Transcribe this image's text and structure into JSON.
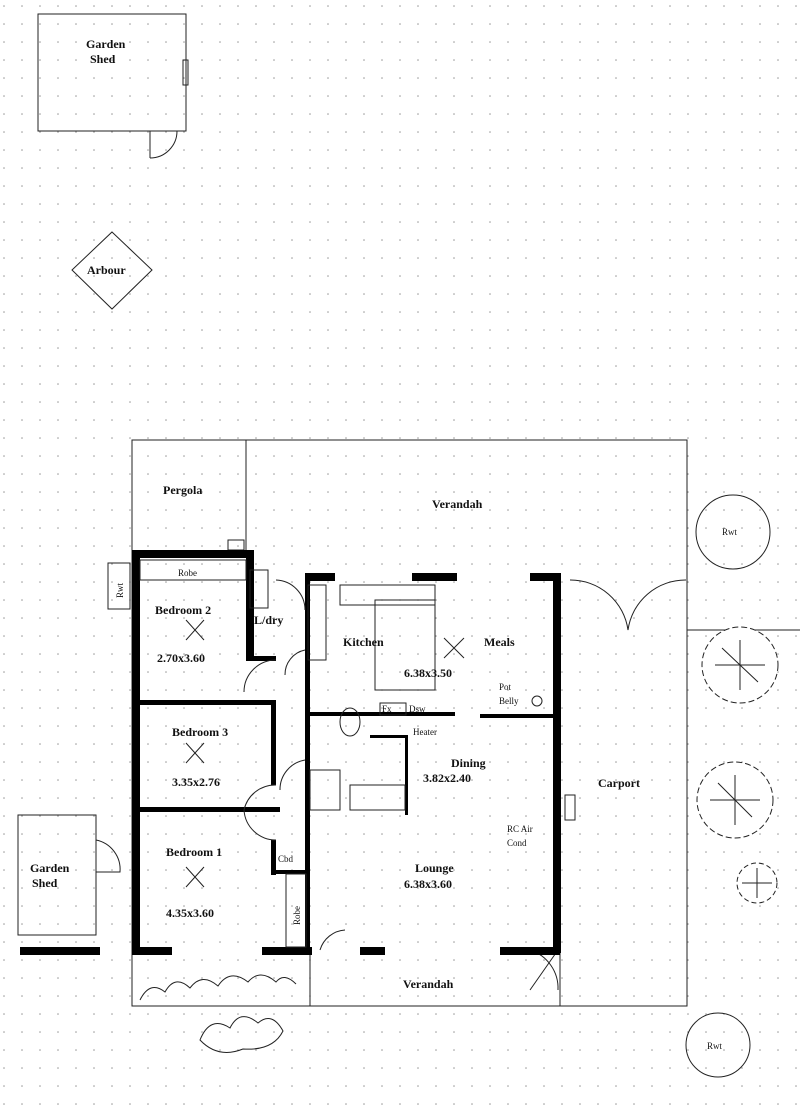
{
  "plan": {
    "rooms": {
      "garden_shed_top": "Garden\nShed",
      "garden_shed_top_l1": "Garden",
      "garden_shed_top_l2": "Shed",
      "arbour": "Arbour",
      "pergola": "Pergola",
      "verandah_rear": "Verandah",
      "rwt_left": "Rwt",
      "rwt_right": "Rwt",
      "rwt_bottom": "Rwt",
      "robe_bed2": "Robe",
      "bedroom2": "Bedroom 2",
      "bedroom2_size": "2.70x3.60",
      "laundry": "L/dry",
      "kitchen": "Kitchen",
      "meals": "Meals",
      "kitchen_meals_size": "6.38x3.50",
      "pot_belly_l1": "Pot",
      "pot_belly_l2": "Belly",
      "fx": "Fx",
      "dsw": "Dsw",
      "heater": "Heater",
      "bedroom3": "Bedroom 3",
      "bedroom3_size": "3.35x2.76",
      "dining": "Dining",
      "dining_size": "3.82x2.40",
      "carport": "Carport",
      "rc_air_l1": "RC Air",
      "rc_air_l2": "Cond",
      "cbd": "Cbd",
      "bedroom1": "Bedroom 1",
      "bedroom1_size": "4.35x3.60",
      "lounge": "Lounge",
      "lounge_size": "6.38x3.60",
      "robe_bed1": "Robe",
      "garden_shed_bottom_l1": "Garden",
      "garden_shed_bottom_l2": "Shed",
      "verandah_front": "Verandah"
    }
  }
}
